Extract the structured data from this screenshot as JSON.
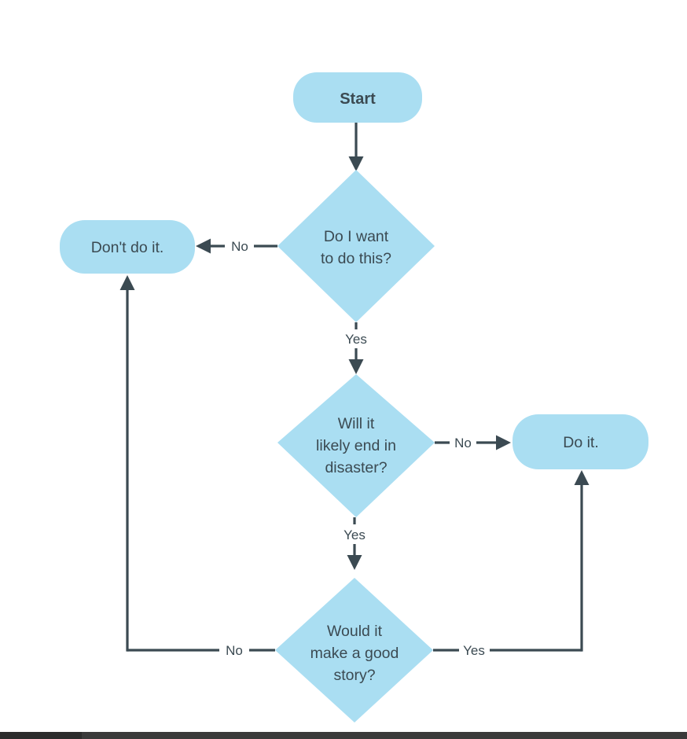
{
  "diagram": {
    "type": "flowchart",
    "title_text": "",
    "colors": {
      "node_fill": "#aadef2",
      "text": "#3b4a52",
      "edge": "#3b4a52",
      "background": "#ffffff"
    },
    "nodes": [
      {
        "id": "start",
        "shape": "rounded-rectangle",
        "label": "Start",
        "bold": true,
        "lines": [
          "Start"
        ]
      },
      {
        "id": "want",
        "shape": "diamond",
        "label": "Do I want to do this?",
        "lines": [
          "Do I want",
          "to do this?"
        ]
      },
      {
        "id": "dont",
        "shape": "rounded-rectangle",
        "label": "Don't do it.",
        "lines": [
          "Don't do it."
        ]
      },
      {
        "id": "disaster",
        "shape": "diamond",
        "label": "Will it likely end in disaster?",
        "lines": [
          "Will it",
          "likely end in",
          "disaster?"
        ]
      },
      {
        "id": "do",
        "shape": "rounded-rectangle",
        "label": "Do it.",
        "lines": [
          "Do it."
        ]
      },
      {
        "id": "story",
        "shape": "diamond",
        "label": "Would it make a good story?",
        "lines": [
          "Would it",
          "make a good",
          "story?"
        ]
      }
    ],
    "edges": [
      {
        "id": "start-to-want",
        "from": "start",
        "to": "want",
        "label": ""
      },
      {
        "id": "want-no-dont",
        "from": "want",
        "to": "dont",
        "label": "No"
      },
      {
        "id": "want-yes-disaster",
        "from": "want",
        "to": "disaster",
        "label": "Yes"
      },
      {
        "id": "disaster-no-do",
        "from": "disaster",
        "to": "do",
        "label": "No"
      },
      {
        "id": "disaster-yes-story",
        "from": "disaster",
        "to": "story",
        "label": "Yes"
      },
      {
        "id": "story-no-dont",
        "from": "story",
        "to": "dont",
        "label": "No"
      },
      {
        "id": "story-yes-do",
        "from": "story",
        "to": "do",
        "label": "Yes"
      }
    ]
  },
  "scrollbar": {
    "orientation": "horizontal",
    "visible": true
  }
}
